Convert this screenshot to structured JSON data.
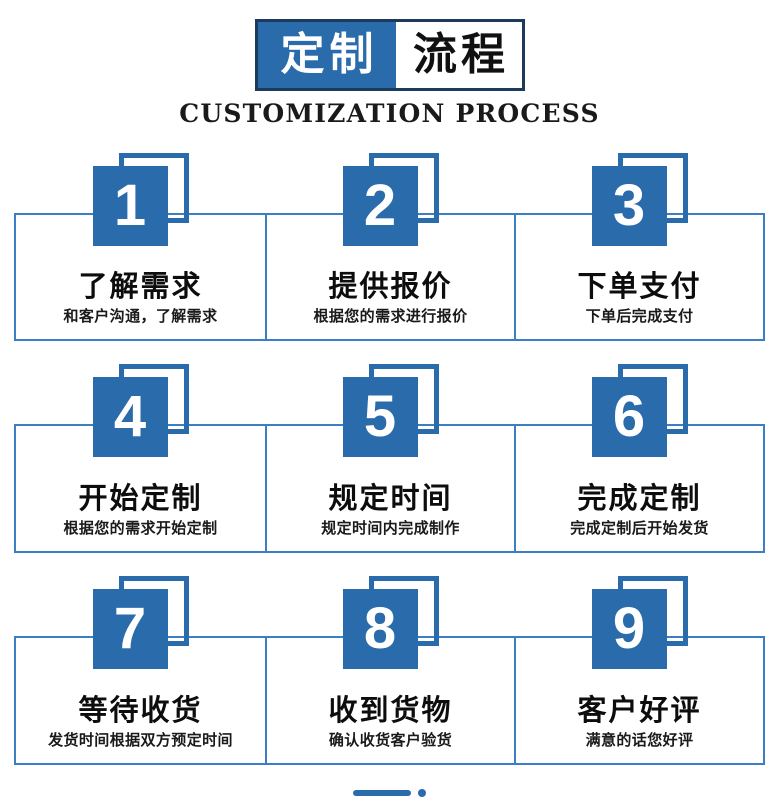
{
  "header": {
    "title_cn_highlight": "定制",
    "title_cn_rest": "流程",
    "subtitle_en": "CUSTOMIZATION PROCESS"
  },
  "colors": {
    "brand_blue": "#2a6bab",
    "border_blue": "#3c7ec4",
    "title_border_navy": "#1b3a5c",
    "text_dark": "#0d0d0d",
    "white": "#ffffff"
  },
  "footer": {
    "bar_icon": "rounded-bar-icon",
    "dot_icon": "dot-icon"
  },
  "rows": [
    {
      "id": "row-1",
      "cells": [
        {
          "number": "1",
          "title": "了解需求",
          "subtitle": "和客户沟通，了解需求"
        },
        {
          "number": "2",
          "title": "提供报价",
          "subtitle": "根据您的需求进行报价"
        },
        {
          "number": "3",
          "title": "下单支付",
          "subtitle": "下单后完成支付"
        }
      ]
    },
    {
      "id": "row-2",
      "cells": [
        {
          "number": "4",
          "title": "开始定制",
          "subtitle": "根据您的需求开始定制"
        },
        {
          "number": "5",
          "title": "规定时间",
          "subtitle": "规定时间内完成制作"
        },
        {
          "number": "6",
          "title": "完成定制",
          "subtitle": "完成定制后开始发货"
        }
      ]
    },
    {
      "id": "row-3",
      "cells": [
        {
          "number": "7",
          "title": "等待收货",
          "subtitle": "发货时间根据双方预定时间"
        },
        {
          "number": "8",
          "title": "收到货物",
          "subtitle": "确认收货客户验货"
        },
        {
          "number": "9",
          "title": "客户好评",
          "subtitle": "满意的话您好评"
        }
      ]
    }
  ]
}
